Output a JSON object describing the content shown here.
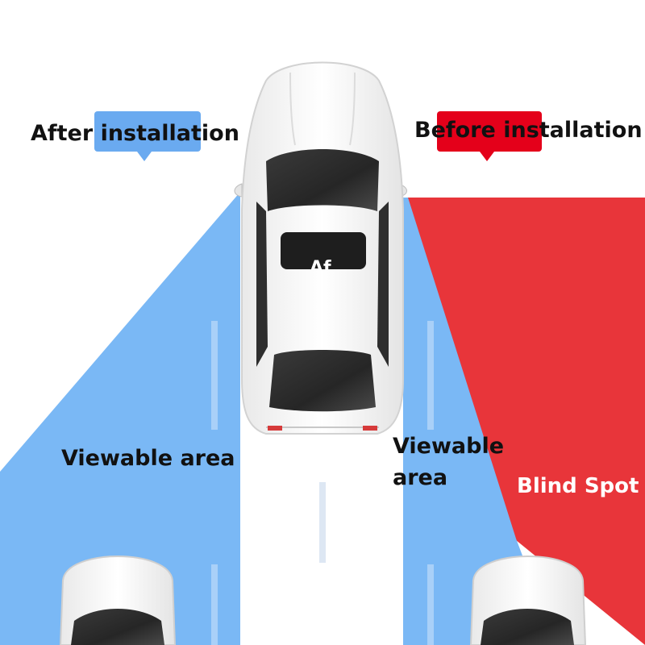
{
  "labels": {
    "after_installation": "After installation",
    "before_installation": "Before installation",
    "viewable_area_left": "Viewable area",
    "viewable_area_right_line1": "Viewable",
    "viewable_area_right_line2": "area",
    "blind_spot": "Blind Spot",
    "car_roof_text": "Af"
  },
  "colors": {
    "viewable_zone": "#7ab8f5",
    "blind_spot_zone": "#e8353a",
    "after_badge": "#6aaaf0",
    "before_badge": "#e4001a",
    "blind_spot_text": "#ffffff",
    "label_text": "#111111",
    "car_body": "#f7f7f7",
    "car_glass": "#2b2b2b"
  }
}
